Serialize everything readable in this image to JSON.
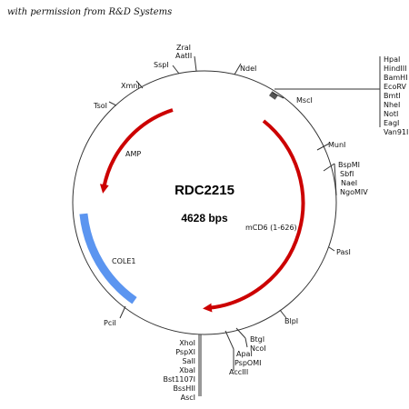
{
  "credit": "with permission from R&D Systems",
  "plasmid": {
    "name": "RDC2215",
    "size": "4628 bps"
  },
  "features": {
    "amp": "AMP",
    "cd6": "mCD6 (1-626)",
    "cole1": "COLE1"
  },
  "colors": {
    "arrow": "#cc0000",
    "cole1": "#5b95f0",
    "backbone": "#333333",
    "site_box": "#555555"
  },
  "sites": {
    "zral_aatii": [
      "ZraI",
      "AatII"
    ],
    "sspi": "SspI",
    "ndei": "NdeI",
    "xmni": "XmnI",
    "tsoi": "TsoI",
    "msci": "MscI",
    "mcs_top": [
      "HpaI",
      "HindIII",
      "BamHI",
      "EcoRV",
      "BmtI",
      "NheI",
      "NotI",
      "EagI",
      "Van91I"
    ],
    "muni": "MunI",
    "mid_right": [
      "BspMI",
      "SbfI",
      "NaeI",
      "NgoMIV"
    ],
    "pasi": "PasI",
    "blpi": "BlpI",
    "btg_nco": [
      "BtgI",
      "NcoI"
    ],
    "apa_group": [
      "ApaI",
      "PspOMI",
      "AccIII"
    ],
    "mcs_bottom": [
      "XhoI",
      "PspXI",
      "SalI",
      "XbaI",
      "Bst1107I",
      "BssHII",
      "AscI"
    ],
    "pcii": "PciI"
  }
}
